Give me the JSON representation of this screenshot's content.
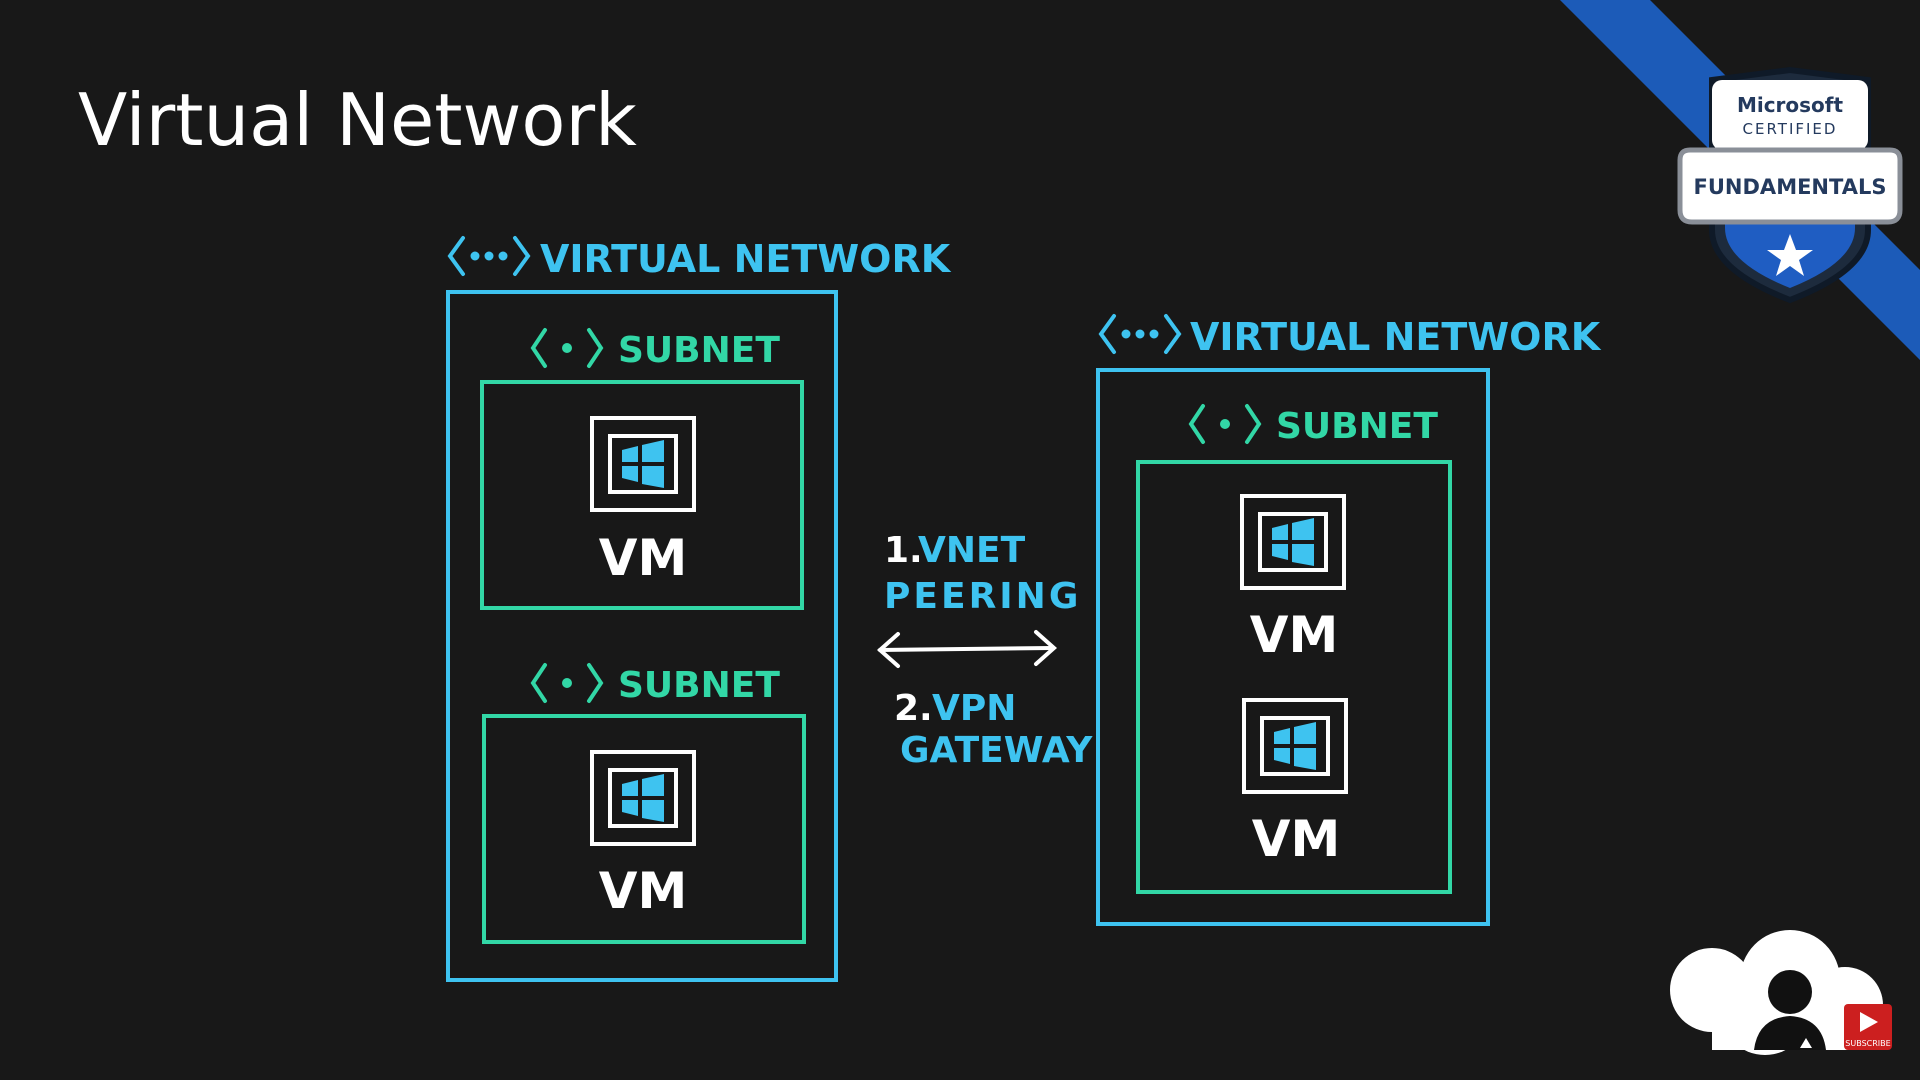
{
  "title": "Virtual Network",
  "colors": {
    "background": "#181818",
    "vnet": "#3ec3f0",
    "subnet": "#32d7a6",
    "vm_box": "#ffffff",
    "badge_blue": "#1c5bb8"
  },
  "left_vnet": {
    "label": "VIRTUAL NETWORK",
    "subnets": [
      {
        "label": "SUBNET",
        "vms": [
          "VM"
        ]
      },
      {
        "label": "SUBNET",
        "vms": [
          "VM"
        ]
      }
    ]
  },
  "right_vnet": {
    "label": "VIRTUAL NETWORK",
    "subnets": [
      {
        "label": "SUBNET",
        "vms": [
          "VM",
          "VM"
        ]
      }
    ]
  },
  "connection": {
    "option1_num": "1.",
    "option1_line1": "VNET",
    "option1_line2": "PEERING",
    "option2_num": "2.",
    "option2_line1": "VPN",
    "option2_line2": "GATEWAY"
  },
  "badge": {
    "brand": "Microsoft",
    "certified": "CERTIFIED",
    "level": "FUNDAMENTALS"
  },
  "channel": {
    "subscribe": "SUBSCRIBE"
  },
  "icons": [
    "vnet-icon",
    "subnet-icon",
    "windows-vm-icon",
    "double-arrow-icon",
    "star-icon",
    "avatar-cloud-icon",
    "play-icon"
  ]
}
